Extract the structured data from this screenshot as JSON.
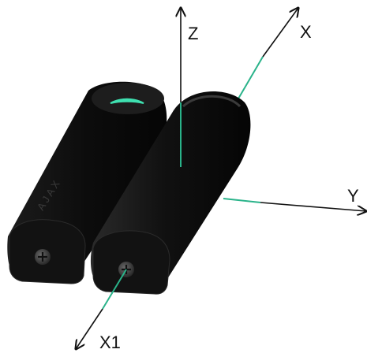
{
  "axes": {
    "z_label": "Z",
    "x_label": "X",
    "y_label": "Y",
    "x1_label": "X1"
  },
  "device": {
    "brand_text": "AJAX"
  },
  "colors": {
    "axis_black": "#111111",
    "axis_green": "#2ab38a",
    "body_black": "#161616",
    "indicator_green": "#3fe0b0"
  }
}
